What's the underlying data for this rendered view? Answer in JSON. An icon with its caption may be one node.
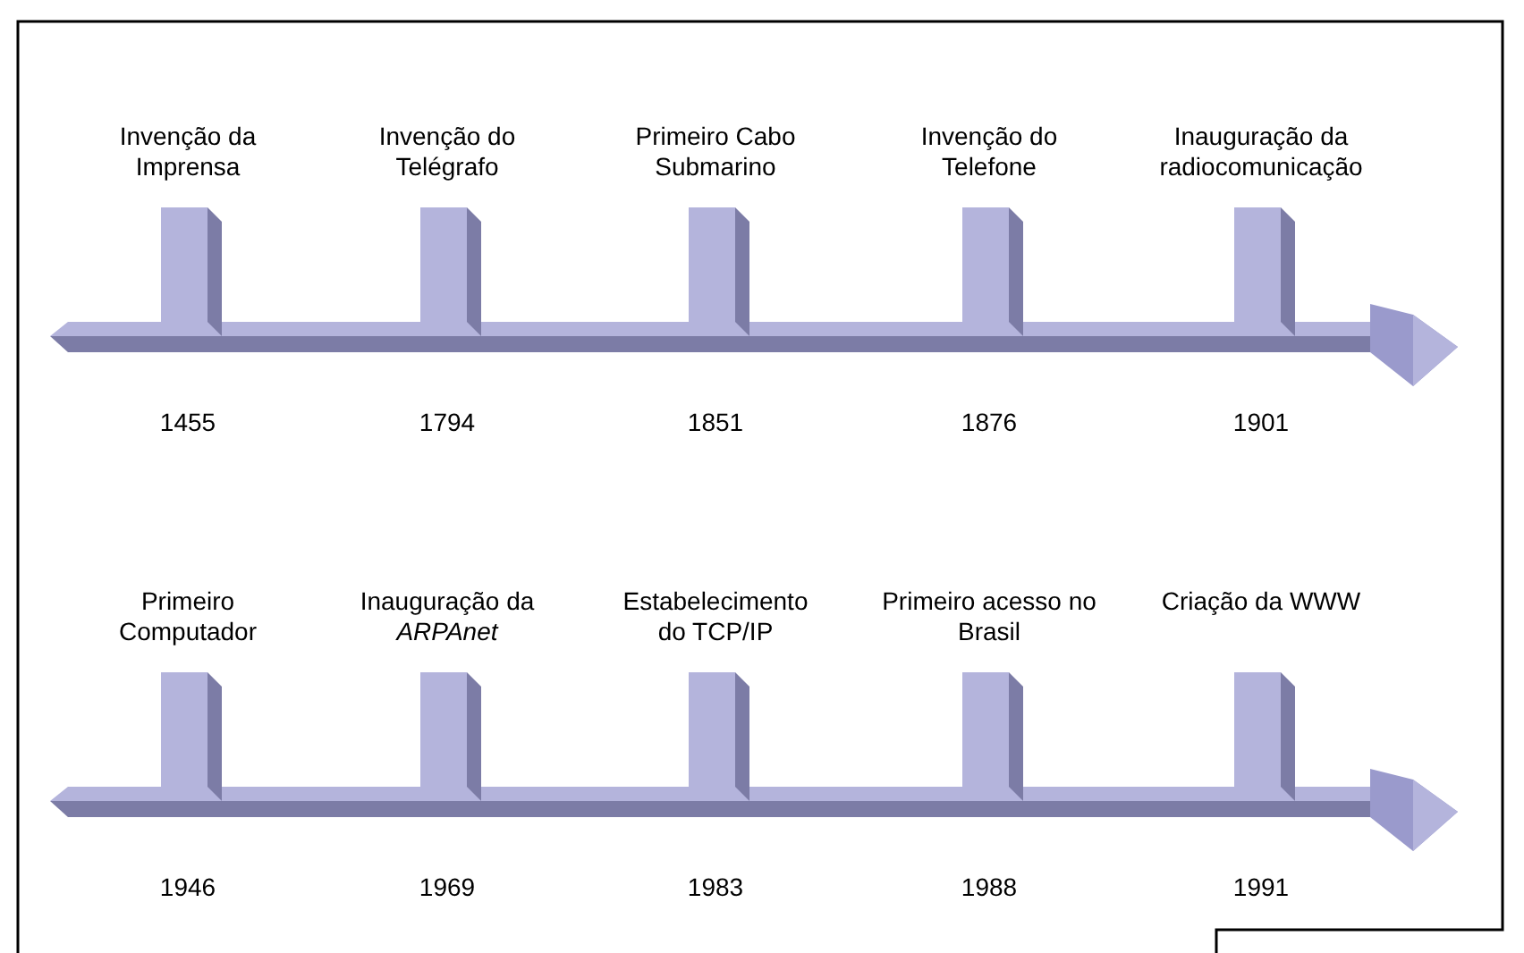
{
  "diagram": {
    "nodes": [
      {
        "text": [
          "Invenção da Imprensa"
        ],
        "beside": [
          "1455"
        ]
      },
      {
        "text": [
          "Invenção do Telégrafo"
        ],
        "beside": [
          "1794"
        ]
      },
      {
        "text": [
          "Primeiro Cabo Submarino"
        ],
        "beside": [
          "1851"
        ]
      },
      {
        "text": [
          "Invenção do Telefone"
        ],
        "beside": [
          "1876"
        ]
      },
      {
        "text": [
          "Inauguração da radiocomunicação"
        ],
        "beside": [
          "1901"
        ]
      },
      {
        "text": [
          "Primeiro Computador"
        ],
        "beside": [
          "1946"
        ]
      },
      {
        "text": [
          "Inauguração da *ARPAnet*"
        ],
        "beside": [
          "1969"
        ]
      },
      {
        "text": [
          "Estabelecimento do TCP/IP"
        ],
        "beside": [
          "1983"
        ]
      },
      {
        "text": [
          "Primeiro acesso no Brasil"
        ],
        "beside": [
          "1988"
        ]
      },
      {
        "text": [
          "Criação da WWW"
        ],
        "beside": [
          "1991"
        ]
      }
    ]
  }
}
